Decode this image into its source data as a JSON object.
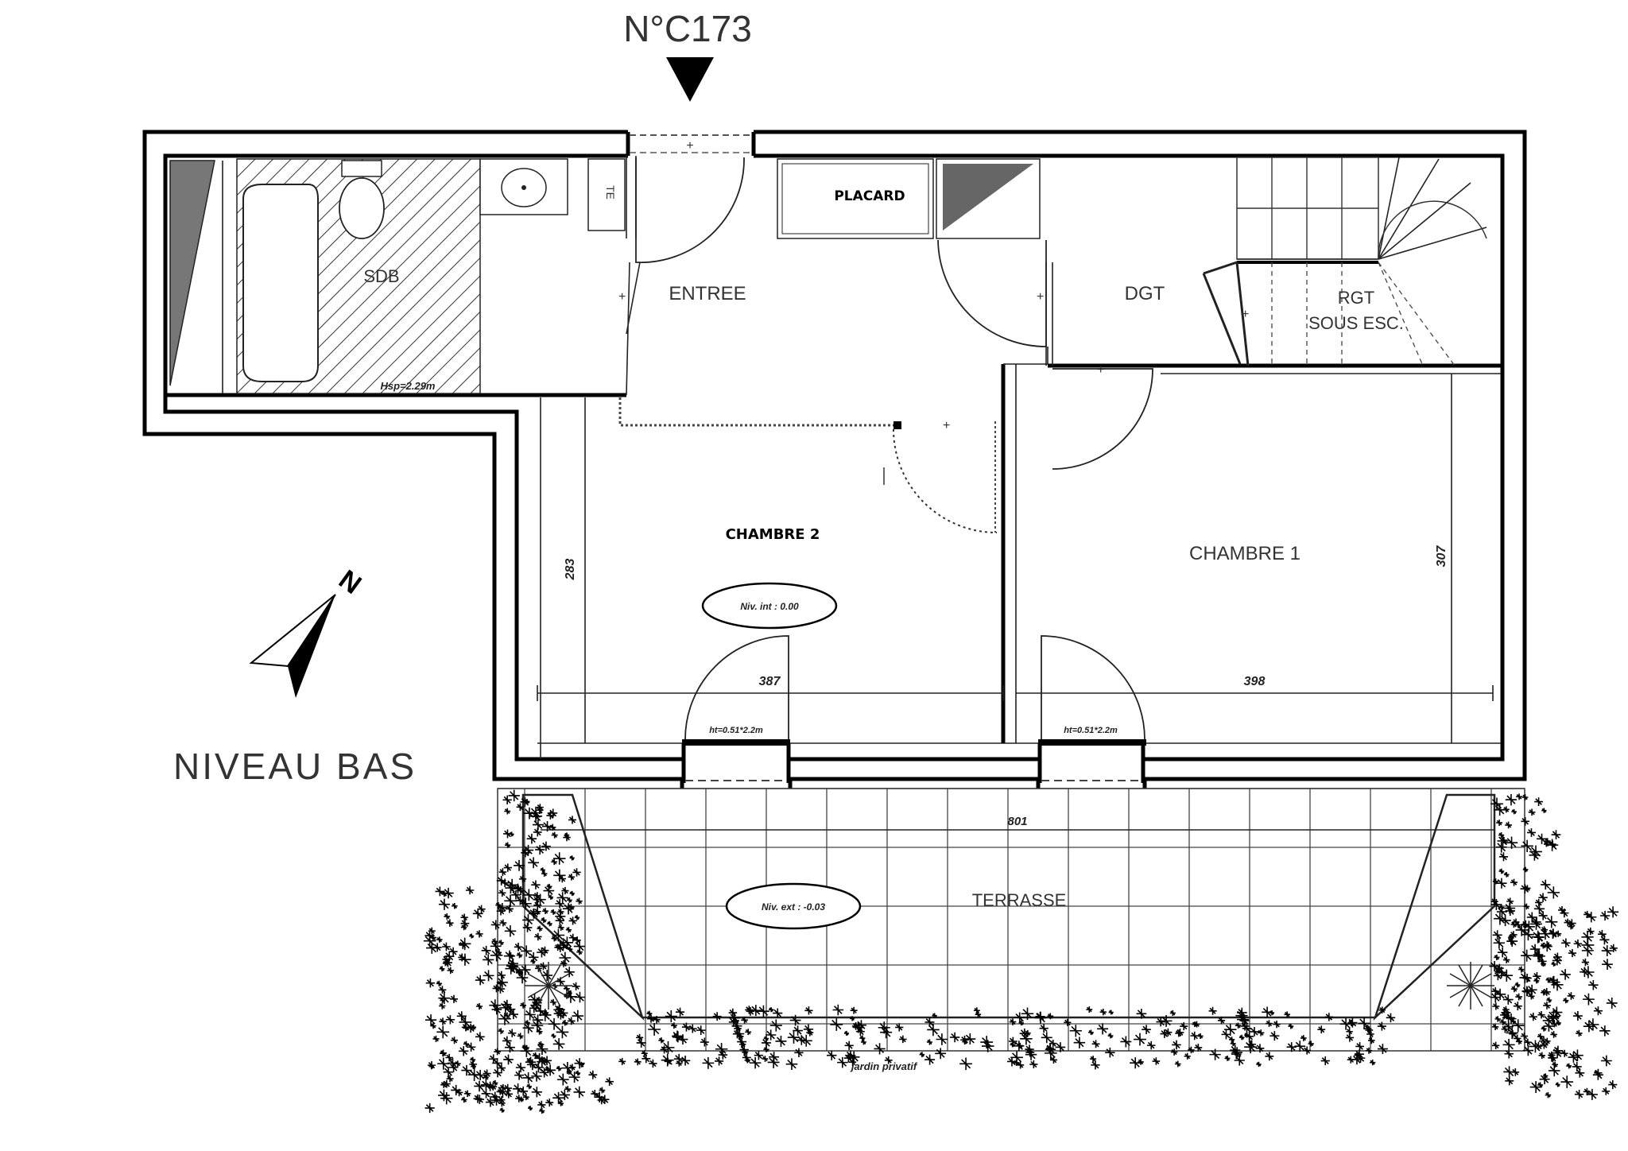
{
  "title": "N°C173",
  "level_label": "NIVEAU BAS",
  "north_label": "N",
  "rooms": {
    "sdb": "SDB",
    "te": "TE",
    "entree": "ENTREE",
    "placard": "PLACARD",
    "dgt": "DGT",
    "rgt_line1": "RGT",
    "rgt_line2": "SOUS ESC.",
    "chambre2": "CHAMBRE 2",
    "chambre1": "CHAMBRE 1",
    "terrasse": "TERRASSE"
  },
  "annotations": {
    "sdb_height": "Hsp=2.29m",
    "chambre2_level": "Niv. int : 0.00",
    "terrasse_level": "Niv. ext : -0.03",
    "window_left": "ht=0.51*2.2m",
    "window_right": "ht=0.51*2.2m",
    "garden_note": "jardin privatif"
  },
  "dimensions": {
    "chambre2_depth": "283",
    "chambre2_width": "387",
    "chambre1_width": "398",
    "chambre1_depth": "307",
    "terrasse_width": "801"
  }
}
